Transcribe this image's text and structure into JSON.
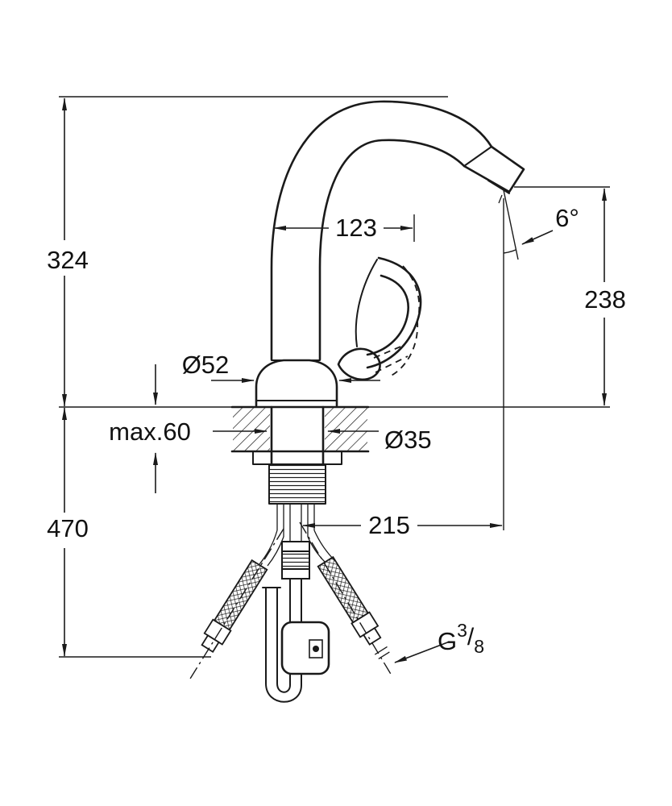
{
  "drawing": {
    "labels": {
      "height_top": "324",
      "spout_offset": "123",
      "angle": "6°",
      "outlet_height": "238",
      "base_diameter": "Ø52",
      "max_thickness": "max.60",
      "hole_diameter": "Ø35",
      "outlet_reach": "215",
      "height_bottom": "470"
    },
    "thread_label": {
      "base": "G",
      "sup": "3",
      "slash": "/",
      "sub": "8"
    },
    "colors": {
      "line": "#1a1a1a",
      "background": "#ffffff"
    }
  }
}
